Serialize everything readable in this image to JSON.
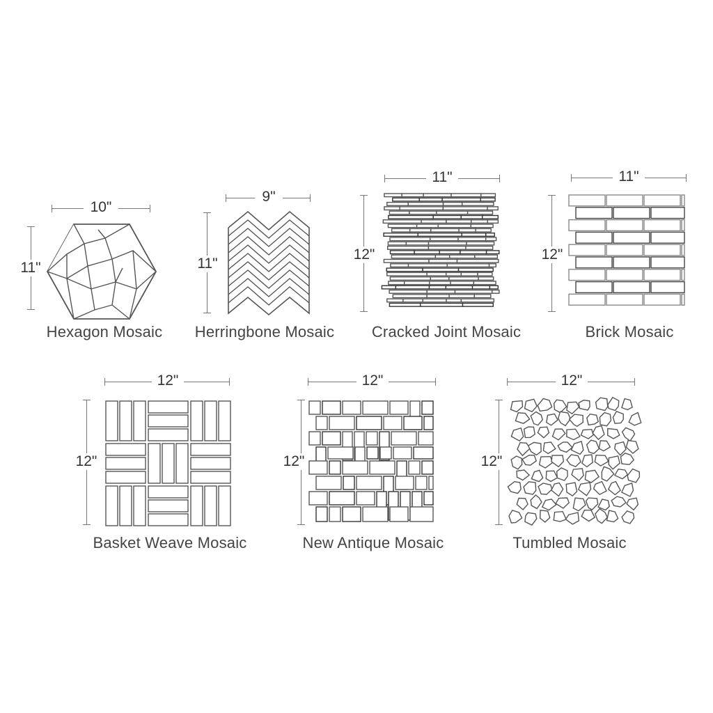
{
  "mosaics": [
    {
      "id": "hexagon",
      "name": "Hexagon Mosaic",
      "width": "10\"",
      "height": "11\""
    },
    {
      "id": "herringbone",
      "name": "Herringbone Mosaic",
      "width": "9\"",
      "height": "11\""
    },
    {
      "id": "cracked",
      "name": "Cracked Joint Mosaic",
      "width": "11\"",
      "height": "12\""
    },
    {
      "id": "brick",
      "name": "Brick Mosaic",
      "width": "11\"",
      "height": "12\""
    },
    {
      "id": "basket",
      "name": "Basket Weave Mosaic",
      "width": "12\"",
      "height": "12\""
    },
    {
      "id": "antique",
      "name": "New Antique Mosaic",
      "width": "12\"",
      "height": "12\""
    },
    {
      "id": "tumbled",
      "name": "Tumbled Mosaic",
      "width": "12\"",
      "height": "12\""
    }
  ]
}
